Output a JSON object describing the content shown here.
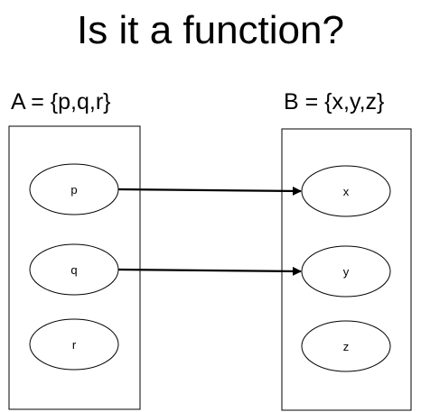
{
  "title": "Is it a function?",
  "set_a": {
    "label": "A = {p,q,r}",
    "elements": [
      "p",
      "q",
      "r"
    ]
  },
  "set_b": {
    "label": "B = {x,y,z}",
    "elements": [
      "x",
      "y",
      "z"
    ]
  },
  "mappings": [
    {
      "from": "p",
      "to": "x"
    },
    {
      "from": "q",
      "to": "y"
    }
  ],
  "colors": {
    "stroke": "#000000",
    "background": "#ffffff"
  }
}
